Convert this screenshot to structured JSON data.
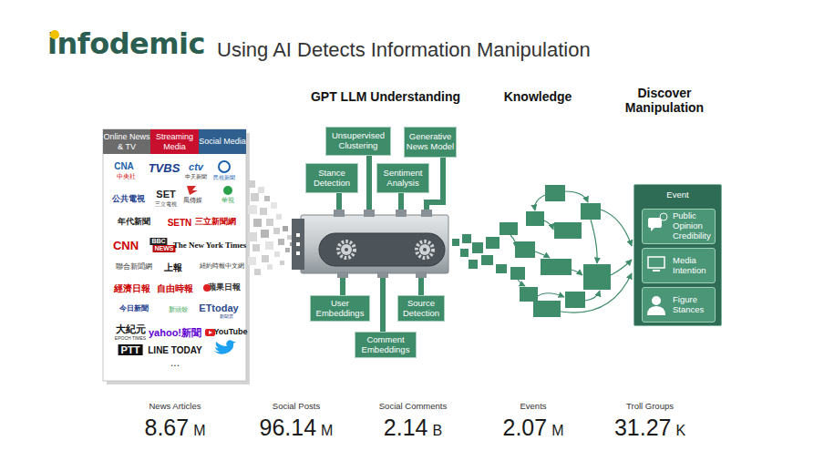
{
  "diagram": {
    "title": "Using AI Detects Information Manipulation",
    "nodes": [
      {
        "text": [
          "Online News & TV"
        ]
      },
      {
        "text": [
          "Streaming Media"
        ]
      },
      {
        "text": [
          "Social Media"
        ]
      },
      {
        "text": [
          "Stance Detection"
        ]
      },
      {
        "text": [
          "Unsupervised Clustering"
        ]
      },
      {
        "text": [
          "Sentiment Analysis"
        ]
      },
      {
        "text": [
          "Generative News Model"
        ]
      },
      {
        "text": [
          "User Embeddings"
        ]
      },
      {
        "text": [
          "Comment Embeddings"
        ]
      },
      {
        "text": [
          "Source Detection"
        ]
      },
      {
        "text": [
          "Event"
        ]
      },
      {
        "text": [
          "Public Opinion Credibility"
        ],
        "in": 10
      },
      {
        "text": [
          "Media Intention"
        ],
        "in": 10
      },
      {
        "text": [
          "Figure Stances"
        ],
        "in": 10
      }
    ],
    "labels": [
      "infodemic",
      "GPT LLM Understanding",
      "Knowledge",
      "Discover Manipulation",
      "CNA",
      "中央社",
      "TVBS",
      "ctv",
      "中天新聞",
      "民視新聞",
      "公共電視",
      "SET",
      "三立電視",
      "風傳媒",
      "華視",
      "年代新聞",
      "SETN",
      "三立新聞網",
      "CNN",
      "BBC",
      "NEWS",
      "The New York Times",
      "聯合新聞網",
      "上報",
      "紐約時報中文網",
      "經濟日報",
      "自由時報",
      "蘋果日報",
      "今日新聞",
      "新頭殼",
      "ETtoday",
      "新聞雲",
      "大紀元",
      "EPOCH TIMES",
      "yahoo!新聞",
      "YouTube",
      "PTT",
      "LINE TODAY",
      "...",
      "News Articles",
      "8.67",
      "M",
      "Social Posts",
      "96.14",
      "M",
      "Social Comments",
      "2.14",
      "B",
      "Events",
      "2.07",
      "M",
      "Troll Groups",
      "31.27",
      "K"
    ]
  }
}
